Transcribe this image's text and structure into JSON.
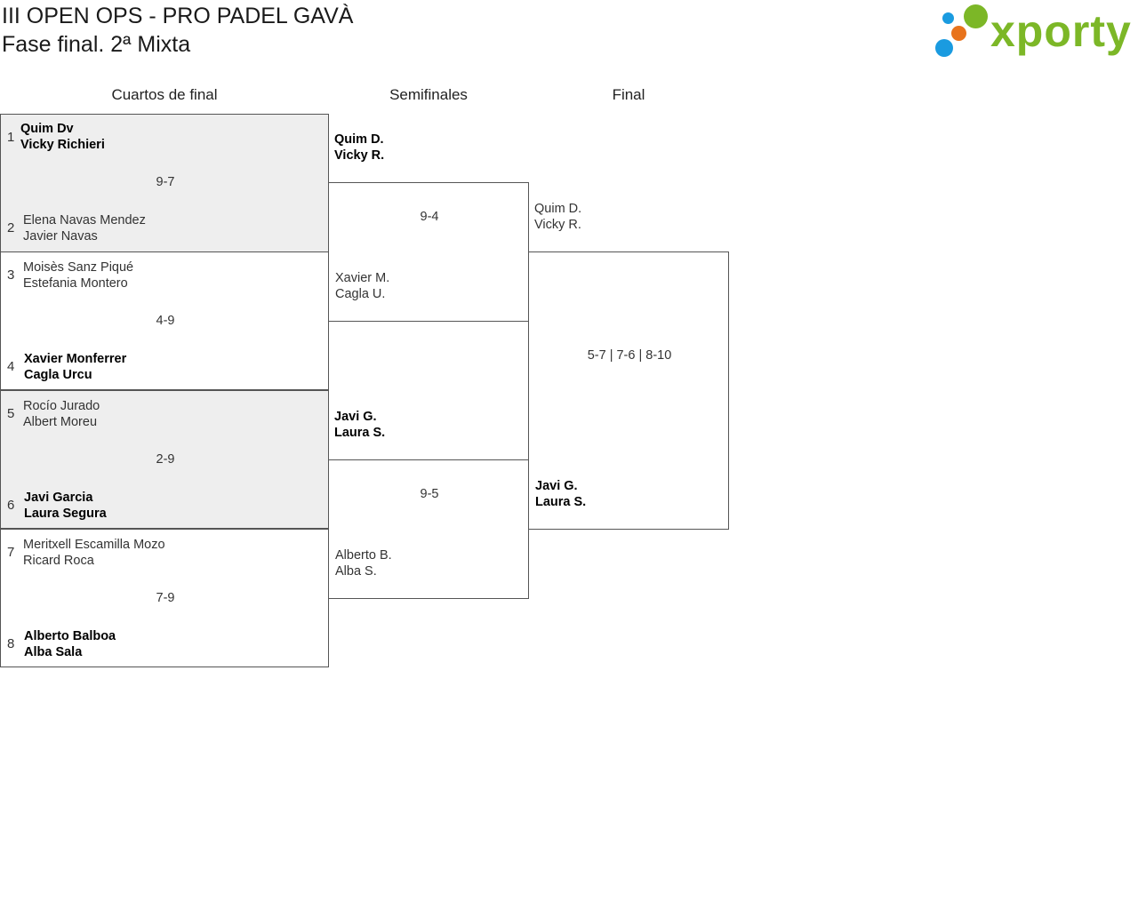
{
  "header": {
    "title": "III OPEN OPS - PRO PADEL GAVÀ",
    "subtitle": "Fase final. 2ª Mixta",
    "logo_text": "xporty",
    "logo_colors": {
      "green": "#7cb727",
      "blue": "#1a9be0",
      "orange": "#e8731c"
    }
  },
  "rounds": {
    "quarters": "Cuartos de final",
    "semis": "Semifinales",
    "final": "Final"
  },
  "quarterfinals": [
    {
      "score": "9-7",
      "top": {
        "seed": "1",
        "player1": "Quim Dv",
        "player2": "Vicky Richieri",
        "winner": true
      },
      "bottom": {
        "seed": "2",
        "player1": "Elena Navas Mendez",
        "player2": "Javier Navas",
        "winner": false
      }
    },
    {
      "score": "4-9",
      "top": {
        "seed": "3",
        "player1": "Moisès Sanz Piqué",
        "player2": "Estefania Montero",
        "winner": false
      },
      "bottom": {
        "seed": "4",
        "player1": "Xavier Monferrer",
        "player2": "Cagla Urcu",
        "winner": true
      }
    },
    {
      "score": "2-9",
      "top": {
        "seed": "5",
        "player1": "Rocío Jurado",
        "player2": "Albert Moreu",
        "winner": false
      },
      "bottom": {
        "seed": "6",
        "player1": "Javi Garcia",
        "player2": "Laura Segura",
        "winner": true
      }
    },
    {
      "score": "7-9",
      "top": {
        "seed": "7",
        "player1": "Meritxell Escamilla Mozo",
        "player2": "Ricard Roca",
        "winner": false
      },
      "bottom": {
        "seed": "8",
        "player1": "Alberto Balboa",
        "player2": "Alba Sala",
        "winner": true
      }
    }
  ],
  "semifinals": [
    {
      "score": "9-4",
      "top": {
        "player1": "Quim D.",
        "player2": "Vicky R.",
        "winner": true
      },
      "bottom": {
        "player1": "Xavier M.",
        "player2": "Cagla U.",
        "winner": false
      }
    },
    {
      "score": "9-5",
      "top": {
        "player1": "Javi G.",
        "player2": "Laura S.",
        "winner": true
      },
      "bottom": {
        "player1": "Alberto B.",
        "player2": "Alba S.",
        "winner": false
      }
    }
  ],
  "final": {
    "score": "5-7 | 7-6 | 8-10",
    "top": {
      "player1": "Quim D.",
      "player2": "Vicky R.",
      "winner": false
    },
    "bottom": {
      "player1": "Javi G.",
      "player2": "Laura S.",
      "winner": true
    }
  }
}
